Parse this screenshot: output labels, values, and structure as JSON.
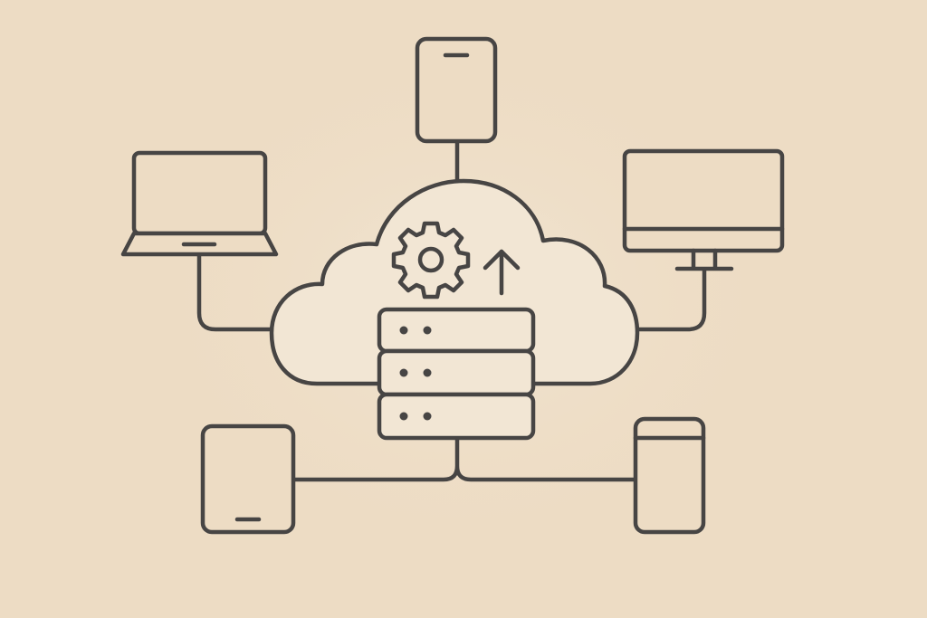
{
  "diagram": {
    "kind": "cloud-network",
    "center": "cloud-server",
    "nodes": [
      {
        "id": "phone-top",
        "icon": "smartphone-icon"
      },
      {
        "id": "laptop-left",
        "icon": "laptop-icon"
      },
      {
        "id": "monitor-right",
        "icon": "monitor-icon"
      },
      {
        "id": "tablet-bottom-left",
        "icon": "tablet-icon"
      },
      {
        "id": "device-bottom-right",
        "icon": "speaker-device-icon"
      }
    ],
    "cloud_icons": [
      "gear-icon",
      "upload-arrow-icon",
      "server-rack-icon"
    ],
    "server_units": 3
  },
  "colors": {
    "background": "#EDDCC4",
    "cloud_fill": "#F2E6D4",
    "stroke": "#474544"
  }
}
